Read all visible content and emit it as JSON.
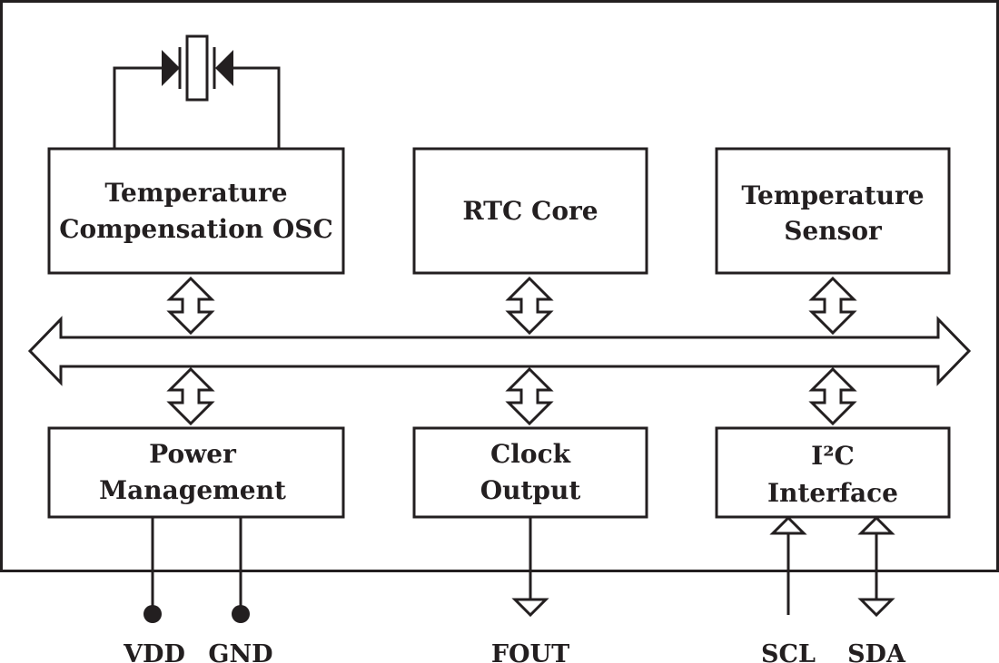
{
  "blocks": {
    "temp_osc": {
      "line1": "Temperature",
      "line2": "Compensation OSC"
    },
    "rtc_core": {
      "line1": "RTC Core"
    },
    "temp_sensor": {
      "line1": "Temperature",
      "line2": "Sensor"
    },
    "power_mgmt": {
      "line1": "Power",
      "line2": "Management"
    },
    "clock_output": {
      "line1": "Clock",
      "line2": "Output"
    },
    "i2c": {
      "line1": "I²C",
      "line2": "Interface"
    }
  },
  "pins": {
    "vdd": "VDD",
    "gnd": "GND",
    "fout": "FOUT",
    "scl": "SCL",
    "sda": "SDA"
  },
  "colors": {
    "stroke": "#231f20",
    "background": "#ffffff"
  }
}
